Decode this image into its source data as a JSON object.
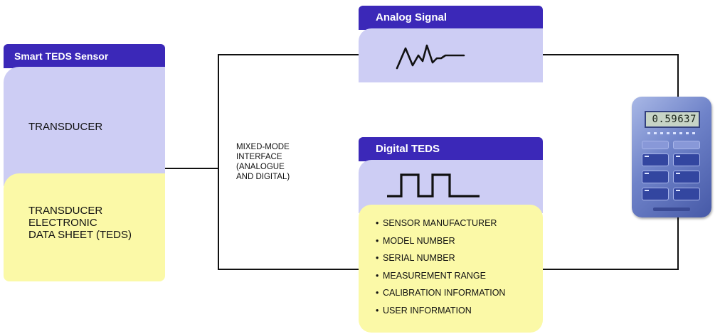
{
  "sensor": {
    "title": "Smart TEDS Sensor",
    "transducer_label": "TRANSDUCER",
    "teds_lines": [
      "TRANSDUCER",
      "ELECTRONIC",
      "DATA SHEET (TEDS)"
    ]
  },
  "interface": {
    "lines": [
      "MIXED-MODE",
      "INTERFACE",
      "(ANALOGUE",
      "AND DIGITAL)"
    ]
  },
  "analog": {
    "title": "Analog Signal"
  },
  "digital": {
    "title": "Digital TEDS",
    "items": [
      "SENSOR MANUFACTURER",
      "MODEL NUMBER",
      "SERIAL NUMBER",
      "MEASUREMENT RANGE",
      "CALIBRATION INFORMATION",
      "USER INFORMATION"
    ]
  },
  "device": {
    "display_value": "0.59637"
  },
  "colors": {
    "header": "#3b28b8",
    "lavender": "#cdcdf4",
    "yellow": "#fbf9a7",
    "device": "#6f83c9"
  },
  "icons": {
    "analog": "analog-waveform-icon",
    "digital": "square-wave-icon",
    "meter": "handheld-meter-icon"
  }
}
